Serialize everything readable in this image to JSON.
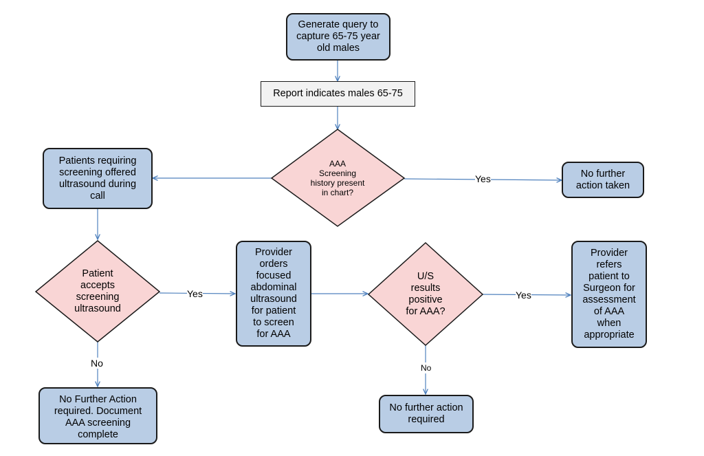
{
  "nodes": {
    "generate_query": "Generate query to\ncapture 65-75 year\nold males",
    "report": "Report indicates males 65-75",
    "screening_history": "AAA\nScreening\nhistory present\nin chart?",
    "no_further_action_taken": "No further\naction taken",
    "patients_requiring": "Patients requiring\nscreening offered\nultrasound during\ncall",
    "patient_accepts": "Patient\naccepts\nscreening\nultrasound",
    "provider_orders": "Provider\norders\nfocused\nabdominal\nultrasound\nfor patient\nto screen\nfor AAA",
    "us_results": "U/S\nresults\npositive\nfor AAA?",
    "provider_refers": "Provider\nrefers\npatient to\nSurgeon for\nassessment\nof AAA\nwhen\nappropriate",
    "no_further_action_document": "No Further Action\nrequired. Document\nAAA screening\ncomplete",
    "no_further_action_required": "No further action\nrequired"
  },
  "edge_labels": {
    "history_yes": "Yes",
    "accepts_yes": "Yes",
    "accepts_no": "No",
    "results_yes": "Yes",
    "results_no": "No"
  },
  "colors": {
    "process_fill": "#b9cde5",
    "decision_fill": "#f9d5d5",
    "report_fill": "#f2f2f2",
    "connector": "#4f81bd",
    "border": "#1a1a1a"
  }
}
